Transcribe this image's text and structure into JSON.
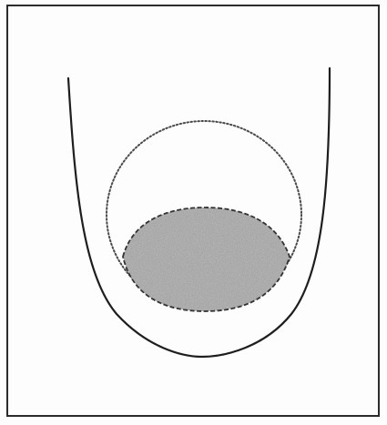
{
  "figure": {
    "colors": {
      "background": "#fdfdfd",
      "frame": "#2b2b2b",
      "outer_curve": "#1e1e1e",
      "dotted_circle": "#4a4a4a",
      "shaded_fill": "#8f8f8f",
      "shaded_edge": "#333333"
    },
    "elements": [
      "outer-u-curve",
      "dotted-circle-outline",
      "shaded-lower-segment"
    ]
  }
}
